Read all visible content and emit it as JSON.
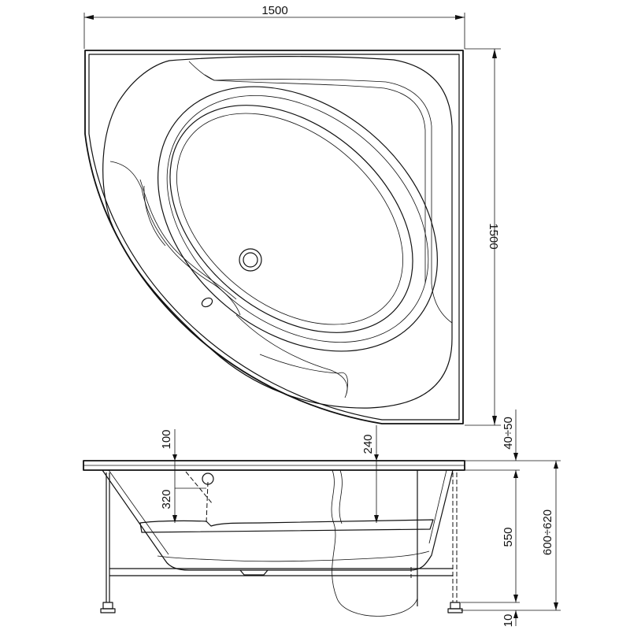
{
  "top_view": {
    "width_label": "1500",
    "depth_label": "1500"
  },
  "side_view": {
    "rim_offset_label": "100",
    "overflow_height_label": "320",
    "drain_offset_label": "240",
    "rim_thickness_label": "40÷50",
    "tub_depth_label": "550",
    "total_height_label": "600÷620",
    "foot_gap_label": "10"
  }
}
